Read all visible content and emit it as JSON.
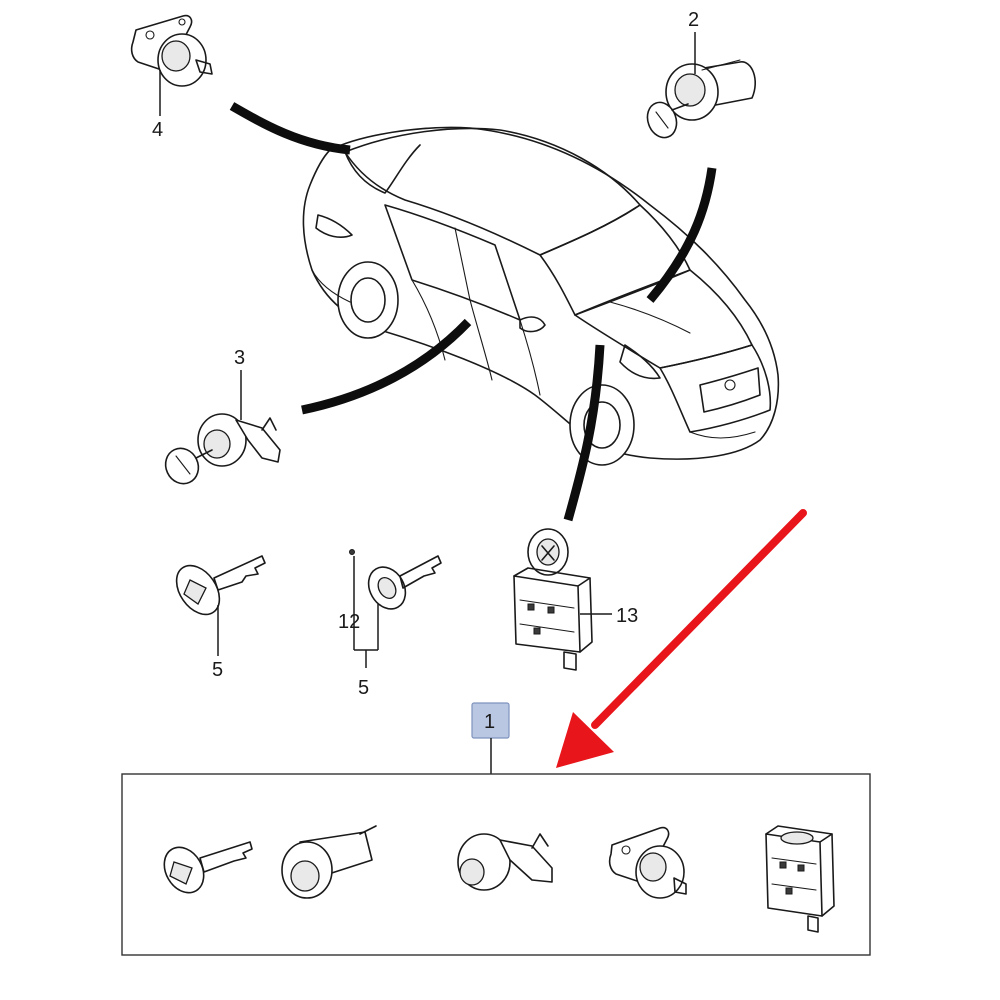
{
  "callouts": {
    "one": "1",
    "two": "2",
    "three": "3",
    "four": "4",
    "five_left": "5",
    "five_right": "5",
    "twelve": "12",
    "thirteen": "13"
  },
  "colors": {
    "line": "#1a1a1a",
    "badge_fill": "#b9c7e3",
    "badge_border": "#7f93bd",
    "arrow": "#e8151b"
  },
  "parts": [
    "key",
    "ignition-lock-cylinder",
    "door-lock-cylinder",
    "trunk-lock-cylinder",
    "ignition-switch"
  ]
}
